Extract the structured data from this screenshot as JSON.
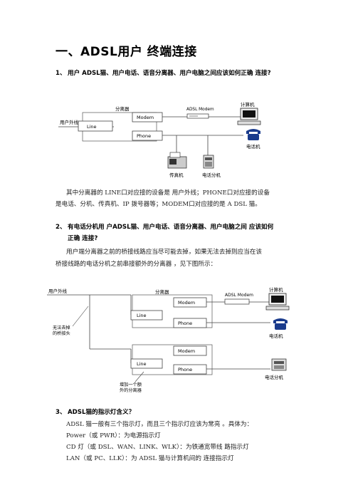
{
  "title": "一、ADSL用户  终端连接",
  "q1": {
    "num": "1、",
    "text": "用户 ADSL猫、用户电话、语音分离器、用户电脑之间应该如何正确 连接?"
  },
  "diagram1": {
    "user_line": "用户外线",
    "splitter": "分离器",
    "line": "Line",
    "modem": "Modem",
    "phone": "Phone",
    "adsl_modem": "ADSL  Modem",
    "computer": "计算机",
    "telephone": "电话机",
    "fax": "传真机",
    "extension": "电话分机"
  },
  "p1": {
    "line1": "其中分离器的 LINE口对应接的设备是 用户外线；PHONE口对应接的设备",
    "line2": "是电话、分机、传真机、IP 拨号器等；MODEM口对应接的是 A DSL 猫。"
  },
  "q2": {
    "num": "2、",
    "line1": "有电话分机用 户ADSL猫、用户电话、语音分离器、用户电脑之间 应该如何",
    "line2": "正确 连接?"
  },
  "p2": {
    "line1": "用户端分离器之前的桥接线路应当尽可能去掉，如果无法去掉则应当在该",
    "line2": "桥接线路的电话分机之前串接额外的分离器 ，见下图所示："
  },
  "diagram2": {
    "user_line": "用户外线",
    "splitter": "分离器",
    "line": "Line",
    "modem": "Modem",
    "phone": "Phone",
    "adsl_modem": "ADSL  Modem",
    "computer": "计算机",
    "telephone": "电话机",
    "extension": "电话分机",
    "bridge_note_1": "无法去掉",
    "bridge_note_2": "的桥接头",
    "extra_note_1": "增加一个额",
    "extra_note_2": "外的分离器"
  },
  "q3": {
    "num": "3、",
    "text": "ADSL猫的指示灯含义？"
  },
  "p3": {
    "line1": "ADSL 猫一般有三个指示灯，而且三个指示灯应该为常亮 。具体为：",
    "line2": "Power（或 PWR）：为电源指示灯",
    "line3": "CD 灯（或 DSL、WAN、LINK、WLK）：为铁通宽带线 路指示灯",
    "line4": "LAN（或 PC、LLK）：为 ADSL 猫与计算机间的 连接指示灯"
  }
}
